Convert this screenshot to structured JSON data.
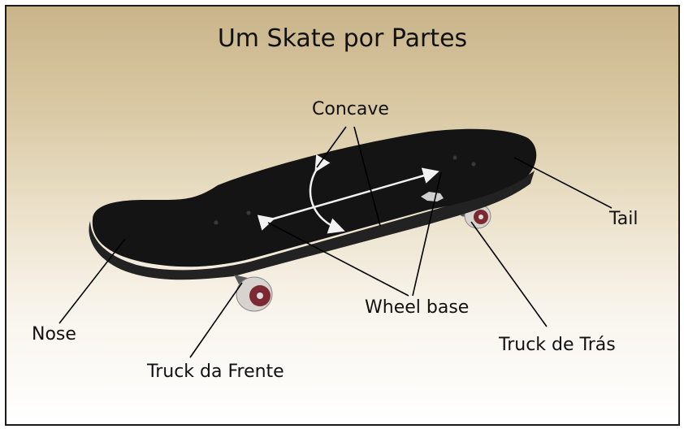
{
  "title": "Um Skate por Partes",
  "labels": {
    "concave": "Concave",
    "tail": "Tail",
    "wheel_base": "Wheel base",
    "nose": "Nose",
    "truck_front": "Truck da Frente",
    "truck_back": "Truck de Trás"
  },
  "colors": {
    "deck": "#141414",
    "wheel": "#d9d3cf",
    "wheel_hub": "#7a2a30",
    "annotation_arrow": "#f2f2f2",
    "leader_line": "#000000"
  }
}
